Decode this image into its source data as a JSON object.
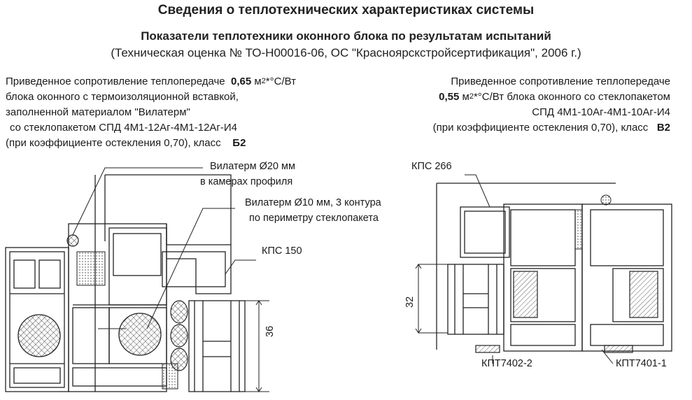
{
  "title": "Сведения о теплотехнических характеристиках системы",
  "subtitle": "Показатели теплотехники оконного блока по результатам испытаний",
  "subtitle2": "(Техническая оценка № ТО-Н00016-06, ОС \"Красноярскстройсертификация\", 2006 г.)",
  "left_block": {
    "line1_prefix": "Приведенное сопротивление теплопередаче",
    "value": "0,65",
    "unit_main": "м",
    "unit_sup": "2",
    "unit_rest": "*°С/Вт",
    "line2": "блока оконного с термоизоляционной вставкой,",
    "line3": "заполненной материалом \"Вилатерм\"",
    "line4": "со стеклопакетом СПД 4М1-12Аг-4М1-12Аг-И4",
    "line5_prefix": "(при коэффициенте остекления 0,70), класс",
    "class": "Б2"
  },
  "right_block": {
    "line1": "Приведенное сопротивление теплопередаче",
    "value": "0,55",
    "unit_main": "м",
    "unit_sup": "2",
    "unit_rest": "*°С/Вт блока оконного со стеклопакетом",
    "line3": "СПД 4М1-10Аг-4М1-10Аг-И4",
    "line4_prefix": "(при коэффициенте остекления 0,70), класс",
    "class": "В2"
  },
  "left_labels": {
    "vilaterm20_l1": "Вилатерм Ø20 мм",
    "vilaterm20_l2": "в камерах профиля",
    "vilaterm10_l1": "Вилатерм Ø10 мм, 3 контура",
    "vilaterm10_l2": "по периметру  стеклопакета",
    "kps150": "КПС 150",
    "dim36": "36"
  },
  "right_labels": {
    "kps266": "КПС 266",
    "dim32": "32",
    "kpt7402": "КПТ7402-2",
    "kpt7401": "КПТ7401-1"
  },
  "colors": {
    "text": "#1a1a1a",
    "line": "#222222"
  }
}
